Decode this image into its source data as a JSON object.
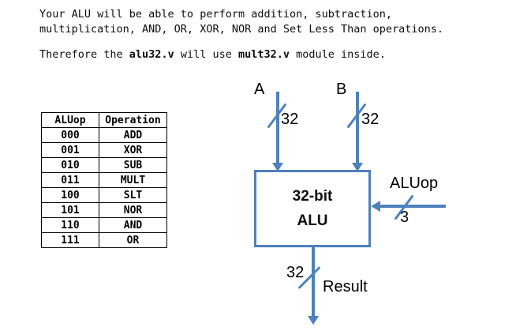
{
  "intro": {
    "line1": "Your ALU will be able to perform addition, subtraction,",
    "line2": "multiplication, AND, OR, XOR, NOR and Set Less Than operations.",
    "sentence2": {
      "part1": "Therefore the ",
      "bold1": "alu32.v",
      "part2": " will use ",
      "bold2": "mult32.v",
      "part3": " module inside."
    }
  },
  "op_table": {
    "headers": {
      "aluop": "ALUop",
      "operation": "Operation"
    },
    "rows": [
      {
        "aluop": "000",
        "operation": "ADD"
      },
      {
        "aluop": "001",
        "operation": "XOR"
      },
      {
        "aluop": "010",
        "operation": "SUB"
      },
      {
        "aluop": "011",
        "operation": "MULT"
      },
      {
        "aluop": "100",
        "operation": "SLT"
      },
      {
        "aluop": "101",
        "operation": "NOR"
      },
      {
        "aluop": "110",
        "operation": "AND"
      },
      {
        "aluop": "111",
        "operation": "OR"
      }
    ]
  },
  "diagram": {
    "input_a": {
      "label": "A",
      "bus_width": "32"
    },
    "input_b": {
      "label": "B",
      "bus_width": "32"
    },
    "alu_box": {
      "title_line1": "32-bit",
      "title_line2": "ALU"
    },
    "aluop_input": {
      "label": "ALUop",
      "bus_width": "3"
    },
    "result_output": {
      "label": "Result",
      "bus_width": "32"
    },
    "colors": {
      "wire_blue": "#4F81BD",
      "text_black": "#000000"
    }
  }
}
